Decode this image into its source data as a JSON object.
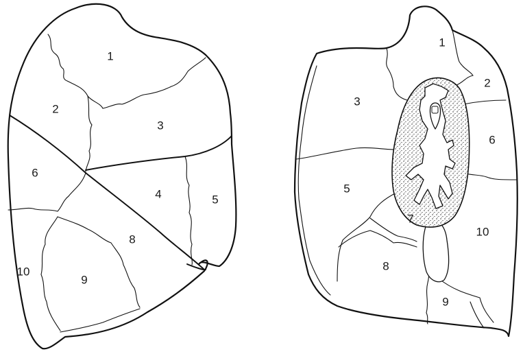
{
  "left_lung": {
    "segments": [
      {
        "id": "l-seg-1",
        "label": "1"
      },
      {
        "id": "l-seg-2",
        "label": "2"
      },
      {
        "id": "l-seg-3",
        "label": "3"
      },
      {
        "id": "l-seg-4",
        "label": "4"
      },
      {
        "id": "l-seg-5",
        "label": "5"
      },
      {
        "id": "l-seg-6",
        "label": "6"
      },
      {
        "id": "l-seg-8",
        "label": "8"
      },
      {
        "id": "l-seg-9",
        "label": "9"
      },
      {
        "id": "l-seg-10",
        "label": "10"
      }
    ]
  },
  "right_lung": {
    "segments": [
      {
        "id": "r-seg-1",
        "label": "1"
      },
      {
        "id": "r-seg-2",
        "label": "2"
      },
      {
        "id": "r-seg-3",
        "label": "3"
      },
      {
        "id": "r-seg-5",
        "label": "5"
      },
      {
        "id": "r-seg-6",
        "label": "6"
      },
      {
        "id": "r-seg-7",
        "label": "7"
      },
      {
        "id": "r-seg-8",
        "label": "8"
      },
      {
        "id": "r-seg-9",
        "label": "9"
      },
      {
        "id": "r-seg-10",
        "label": "10"
      }
    ]
  }
}
